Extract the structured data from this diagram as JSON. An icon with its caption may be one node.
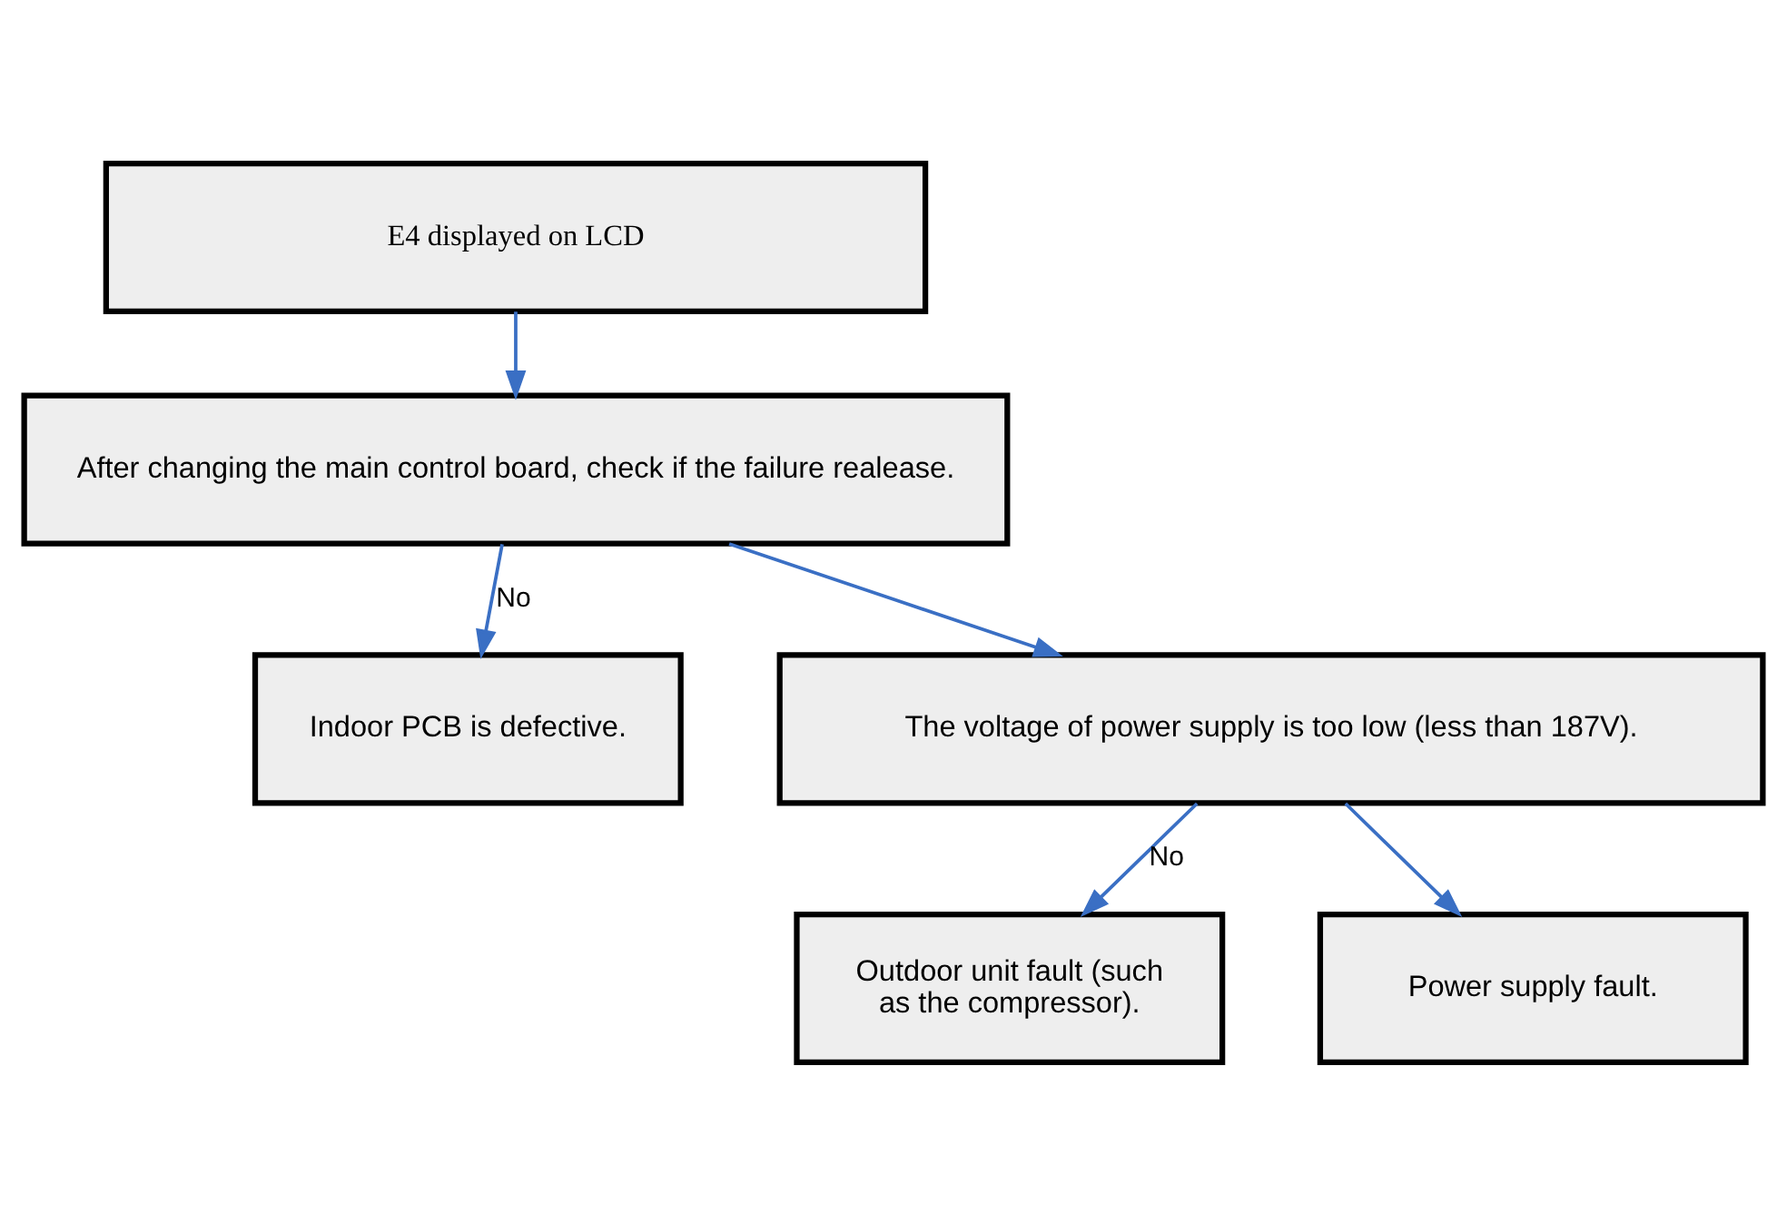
{
  "diagram": {
    "nodes": [
      {
        "text": [
          "E4 displayed on LCD"
        ]
      },
      {
        "text": [
          "After changing the main control board, check if the failure realease."
        ]
      },
      {
        "text": [
          "Indoor PCB is defective."
        ]
      },
      {
        "text": [
          "The voltage of power supply is too low (less than 187V)."
        ]
      },
      {
        "text": [
          "Outdoor unit fault (such as the compressor)."
        ]
      },
      {
        "text": [
          "Power supply fault."
        ]
      }
    ],
    "edges": [
      {
        "from": 0,
        "to": 1,
        "arrow": "to"
      },
      {
        "from": 1,
        "to": 2,
        "arrow": "to",
        "label": "No"
      },
      {
        "from": 1,
        "to": 3,
        "arrow": "to"
      },
      {
        "from": 3,
        "to": 4,
        "arrow": "to",
        "label": "No"
      },
      {
        "from": 3,
        "to": 5,
        "arrow": "to"
      }
    ]
  }
}
